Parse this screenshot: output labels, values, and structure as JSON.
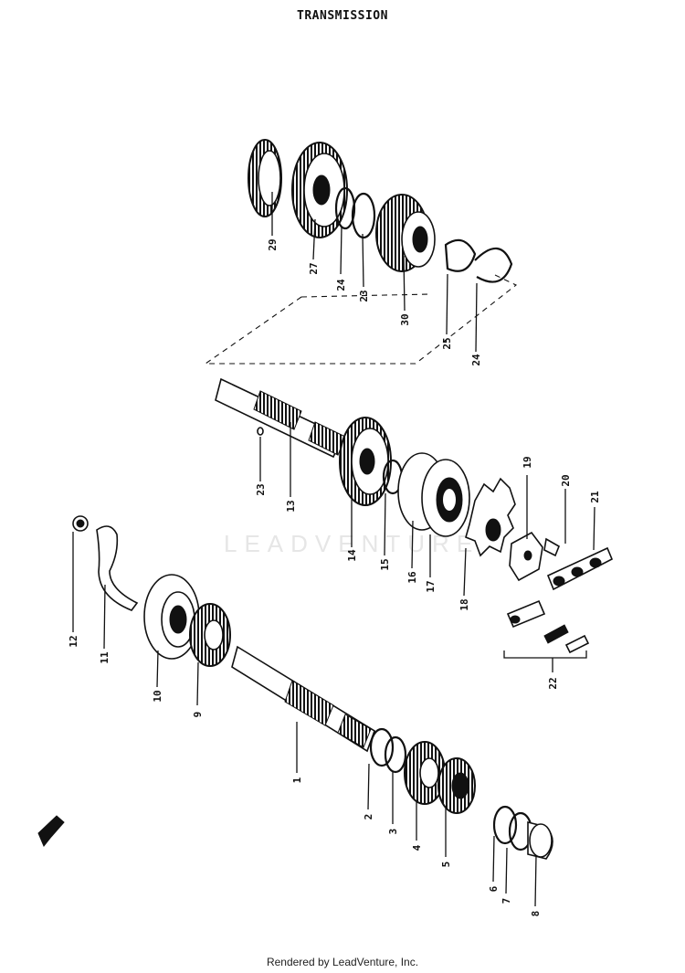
{
  "title": "TRANSMISSION",
  "footer": "Rendered by LeadVenture, Inc.",
  "watermark": "LEADVENTURE",
  "callouts": [
    {
      "id": "c29",
      "text": "29"
    },
    {
      "id": "c27",
      "text": "27"
    },
    {
      "id": "c24a",
      "text": "24"
    },
    {
      "id": "c23a",
      "text": "23"
    },
    {
      "id": "c30",
      "text": "30"
    },
    {
      "id": "c25",
      "text": "25"
    },
    {
      "id": "c24b",
      "text": "24"
    },
    {
      "id": "c23b",
      "text": "23"
    },
    {
      "id": "c13",
      "text": "13"
    },
    {
      "id": "c14",
      "text": "14"
    },
    {
      "id": "c15",
      "text": "15"
    },
    {
      "id": "c16",
      "text": "16"
    },
    {
      "id": "c17",
      "text": "17"
    },
    {
      "id": "c18",
      "text": "18"
    },
    {
      "id": "c19",
      "text": "19"
    },
    {
      "id": "c20",
      "text": "20"
    },
    {
      "id": "c21",
      "text": "21"
    },
    {
      "id": "c22",
      "text": "22"
    },
    {
      "id": "c12",
      "text": "12"
    },
    {
      "id": "c11",
      "text": "11"
    },
    {
      "id": "c10",
      "text": "10"
    },
    {
      "id": "c9",
      "text": "9"
    },
    {
      "id": "c1",
      "text": "1"
    },
    {
      "id": "c2",
      "text": "2"
    },
    {
      "id": "c3",
      "text": "3"
    },
    {
      "id": "c4",
      "text": "4"
    },
    {
      "id": "c5",
      "text": "5"
    },
    {
      "id": "c6",
      "text": "6"
    },
    {
      "id": "c7",
      "text": "7"
    },
    {
      "id": "c8",
      "text": "8"
    }
  ]
}
